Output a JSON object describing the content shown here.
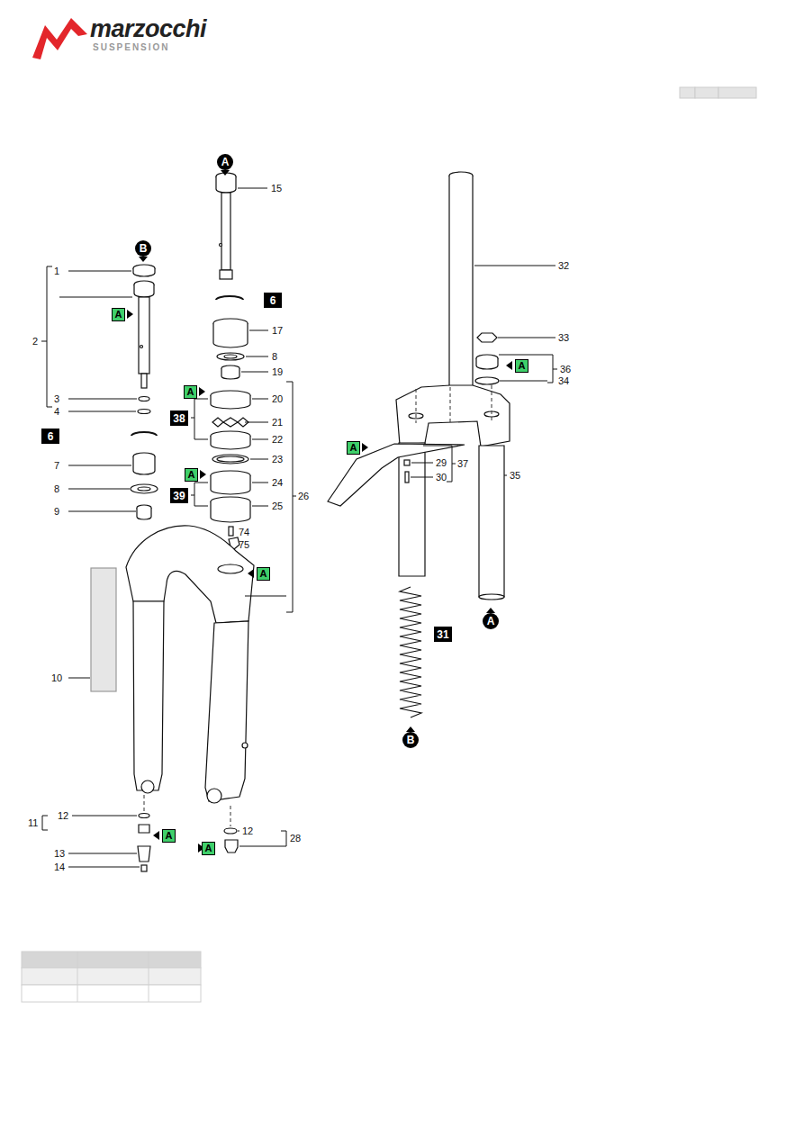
{
  "diagram": {
    "nodes": [
      {
        "text": [
          "A"
        ]
      },
      {
        "text": [
          "B"
        ]
      },
      {
        "text": [
          "A"
        ]
      },
      {
        "text": [
          "6"
        ]
      },
      {
        "text": [
          "A"
        ]
      },
      {
        "text": [
          "38"
        ]
      },
      {
        "text": [
          "6"
        ]
      },
      {
        "text": [
          "A"
        ]
      },
      {
        "text": [
          "39"
        ]
      },
      {
        "text": [
          "A"
        ]
      },
      {
        "text": [
          "A"
        ]
      },
      {
        "text": [
          "A"
        ]
      },
      {
        "text": [
          "31"
        ]
      },
      {
        "text": [
          "A"
        ]
      },
      {
        "text": [
          "B"
        ]
      },
      {
        "text": [
          "A"
        ]
      },
      {
        "text": [
          "A"
        ]
      }
    ],
    "labels": [
      "marzocchi",
      "SUSPENSION",
      "1",
      "2",
      "3",
      "4",
      "7",
      "8",
      "9",
      "10",
      "11",
      "12",
      "13",
      "14",
      "15",
      "17",
      "8",
      "19",
      "20",
      "21",
      "22",
      "23",
      "24",
      "25",
      "26",
      "74",
      "75",
      "12",
      "28",
      "32",
      "33",
      "36",
      "34",
      "29",
      "37",
      "30",
      "35"
    ]
  }
}
